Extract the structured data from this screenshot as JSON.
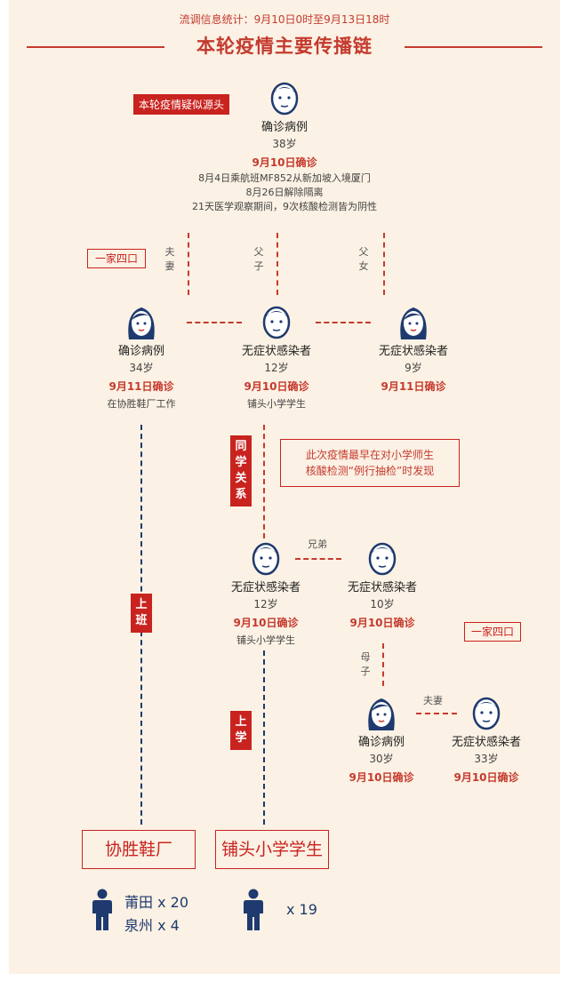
{
  "header": {
    "stats_period": "流调信息统计：9月10日0时至9月13日18时",
    "title": "本轮疫情主要传播链"
  },
  "source_tag": "本轮疫情疑似源头",
  "family_tag_1": "一家四口",
  "family_tag_2": "一家四口",
  "source_case": {
    "title": "确诊病例",
    "age": "38岁",
    "date": "9月10日确诊",
    "notes": [
      "8月4日乘航班MF852从新加坡入境厦门",
      "8月26日解除隔离",
      "21天医学观察期间，9次核酸检测皆为阴性"
    ]
  },
  "relations": {
    "husband_wife": "夫妻",
    "father_son": "父子",
    "father_daughter": "父女",
    "brothers": "兄弟",
    "mother_son": "母子",
    "couple_2": "夫妻",
    "classmates": "同学关系",
    "work": "上班",
    "school": "上学"
  },
  "row2": [
    {
      "title": "确诊病例",
      "age": "34岁",
      "date": "9月11日确诊",
      "note": "在协胜鞋厂工作",
      "icon": "female-face-icon"
    },
    {
      "title": "无症状感染者",
      "age": "12岁",
      "date": "9月10日确诊",
      "note": "铺头小学学生",
      "icon": "male-face-icon"
    },
    {
      "title": "无症状感染者",
      "age": "9岁",
      "date": "9月11日确诊",
      "note": "",
      "icon": "female-face-icon"
    }
  ],
  "discovery_note": [
    "此次疫情最早在对小学师生",
    "核酸检测“例行抽检”时发现"
  ],
  "row3": [
    {
      "title": "无症状感染者",
      "age": "12岁",
      "date": "9月10日确诊",
      "note": "铺头小学学生"
    },
    {
      "title": "无症状感染者",
      "age": "10岁",
      "date": "9月10日确诊",
      "note": ""
    }
  ],
  "row4": [
    {
      "title": "确诊病例",
      "age": "30岁",
      "date": "9月10日确诊"
    },
    {
      "title": "无症状感染者",
      "age": "33岁",
      "date": "9月10日确诊"
    }
  ],
  "clusters": [
    {
      "name": "协胜鞋厂",
      "counts": [
        "莆田 x 20",
        "泉州 x 4"
      ]
    },
    {
      "name": "铺头小学学生",
      "counts": [
        "x 19"
      ]
    }
  ],
  "colors": {
    "accent": "#c53a2e",
    "navy": "#1e3a6e",
    "background": "#fbf1e4"
  }
}
